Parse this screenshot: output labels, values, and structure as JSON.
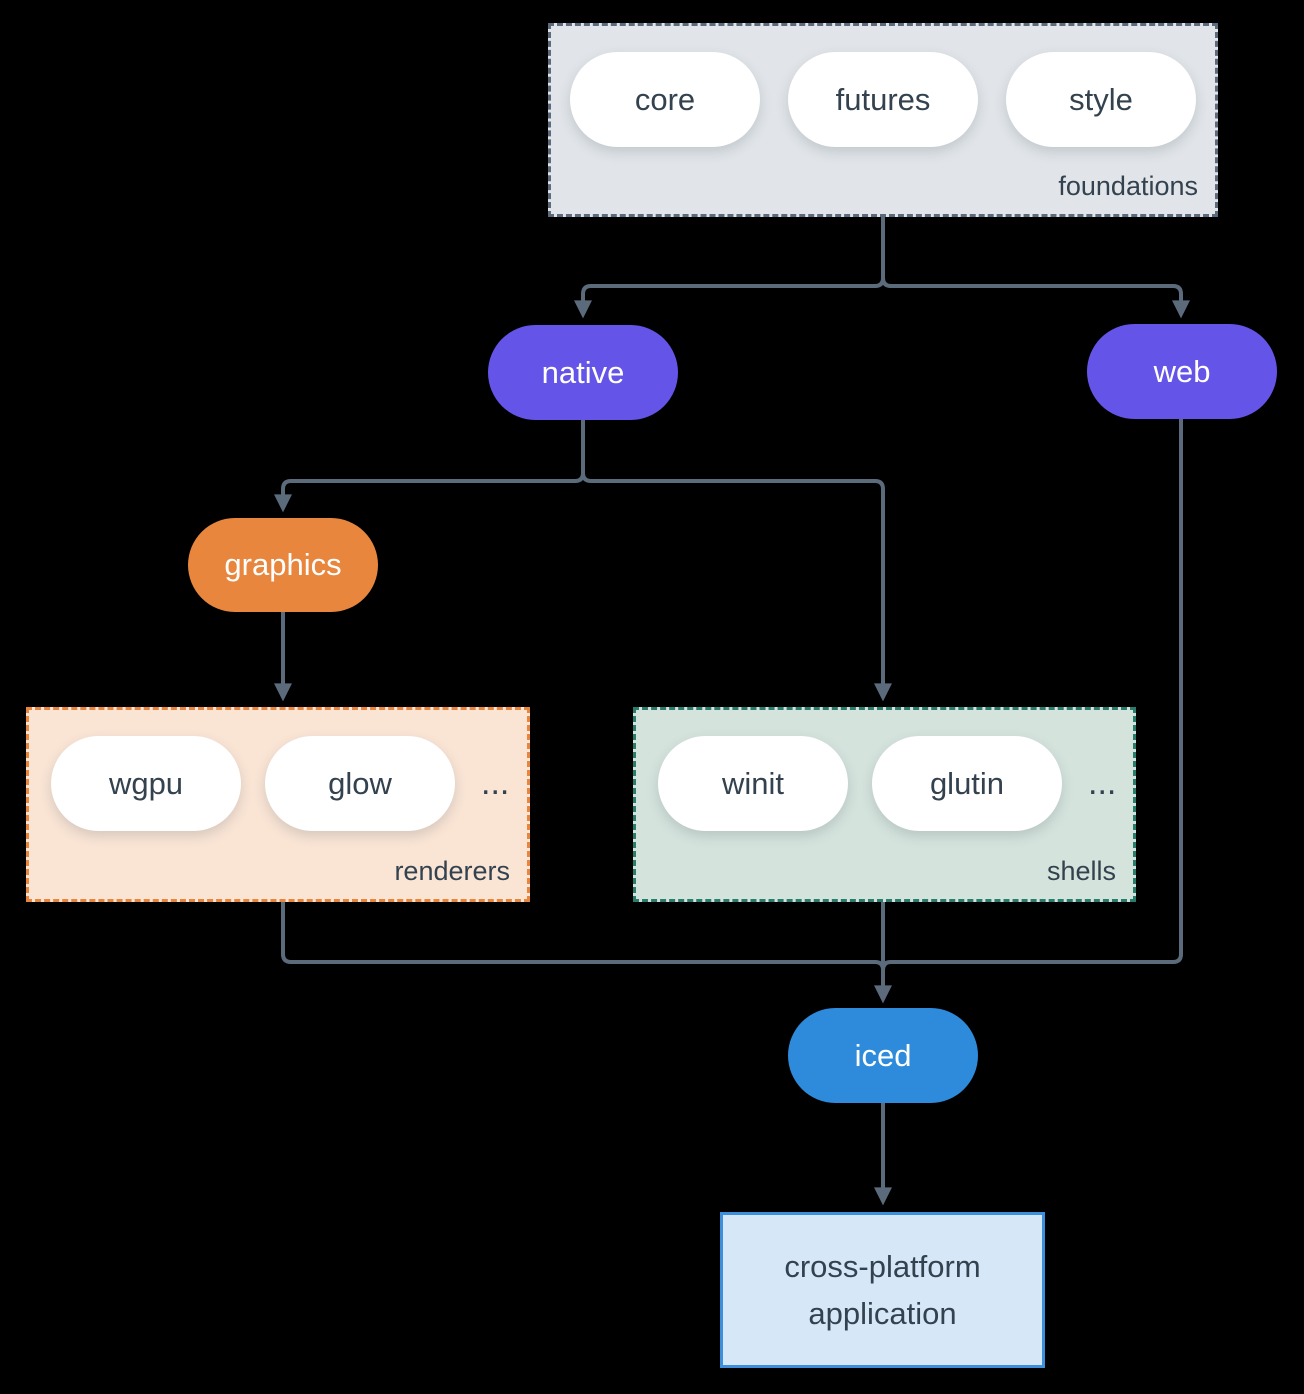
{
  "diagram": {
    "background_color": "#000000",
    "connector_color": "#5B6B7B",
    "text_color": "#33424E",
    "groups": {
      "foundations": {
        "label": "foundations",
        "bg_color": "#E1E5E9",
        "border_color": "#5B6B7B",
        "pills": [
          "core",
          "futures",
          "style"
        ]
      },
      "renderers": {
        "label": "renderers",
        "bg_color": "#FAE5D5",
        "border_color": "#E8863D",
        "pills": [
          "wgpu",
          "glow"
        ],
        "ellipsis": "..."
      },
      "shells": {
        "label": "shells",
        "bg_color": "#D5E3DD",
        "border_color": "#2A7C6C",
        "pills": [
          "winit",
          "glutin"
        ],
        "ellipsis": "..."
      }
    },
    "nodes": {
      "native": {
        "label": "native",
        "color": "#6554E8"
      },
      "web": {
        "label": "web",
        "color": "#6554E8"
      },
      "graphics": {
        "label": "graphics",
        "color": "#E8863D"
      },
      "iced": {
        "label": "iced",
        "color": "#2E8BDB"
      },
      "application": {
        "line1": "cross-platform",
        "line2": "application",
        "bg_color": "#D6E8F8",
        "border_color": "#3E8FDB"
      }
    },
    "edges": [
      {
        "from": "foundations",
        "to": "native"
      },
      {
        "from": "foundations",
        "to": "web"
      },
      {
        "from": "native",
        "to": "graphics"
      },
      {
        "from": "native",
        "to": "shells"
      },
      {
        "from": "graphics",
        "to": "renderers"
      },
      {
        "from": "renderers",
        "to": "iced"
      },
      {
        "from": "shells",
        "to": "iced"
      },
      {
        "from": "web",
        "to": "iced"
      },
      {
        "from": "iced",
        "to": "application"
      }
    ]
  }
}
